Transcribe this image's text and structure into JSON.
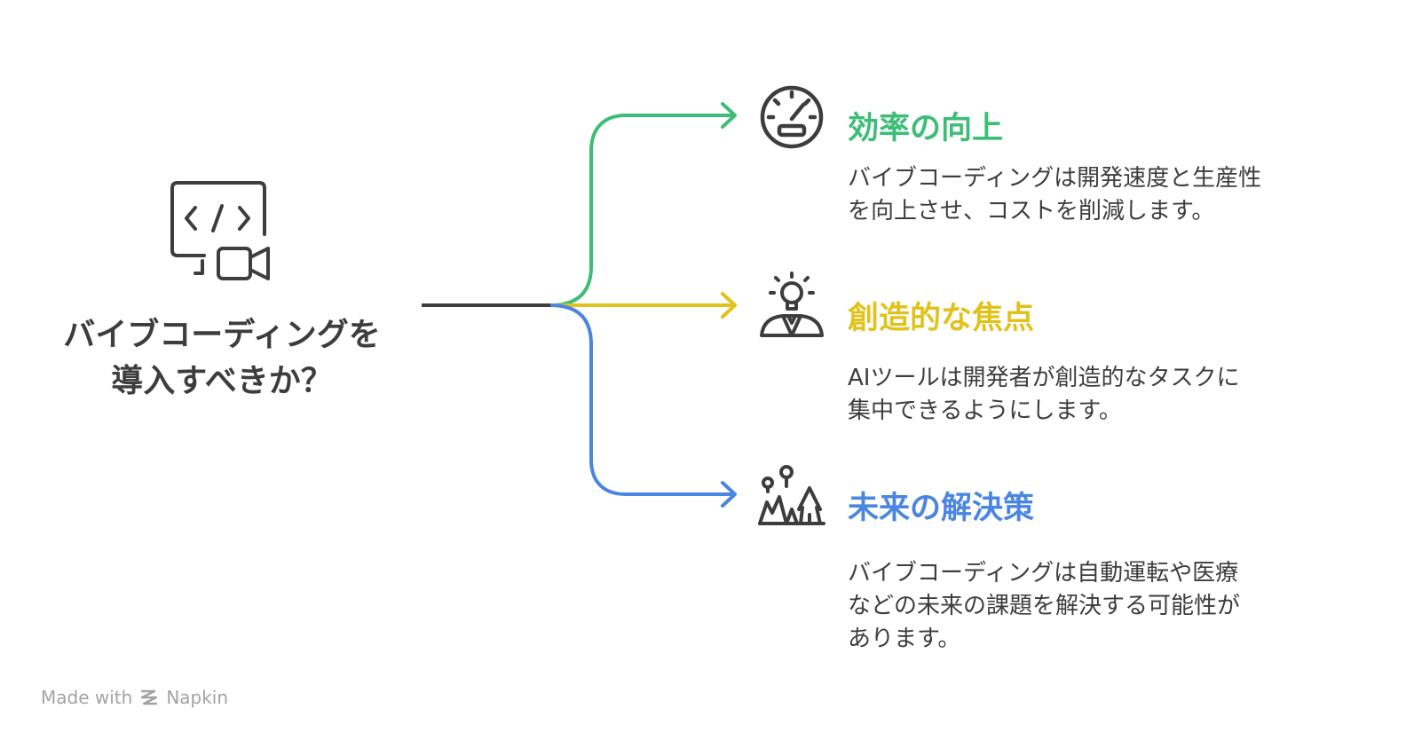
{
  "root": {
    "title_lines": [
      "バイブコーディングを",
      "導入すべきか？"
    ],
    "icon": "code-video-icon"
  },
  "branches": [
    {
      "title": "効率の向上",
      "color": "#3dbd76",
      "icon": "speedometer-icon",
      "desc_lines": [
        "バイブコーディングは開発速度と生産性",
        "を向上させ、コストを削減します。"
      ]
    },
    {
      "title": "創造的な焦点",
      "color": "#e0c21a",
      "icon": "lightbulb-person-icon",
      "desc_lines": [
        "AIツールは開発者が創造的なタスクに",
        "集中できるようにします。"
      ]
    },
    {
      "title": "未来の解決策",
      "color": "#4a86e0",
      "icon": "future-landscape-icon",
      "desc_lines": [
        "バイブコーディングは自動運転や医療",
        "などの未来の課題を解決する可能性が",
        "あります。"
      ]
    }
  ],
  "colors": {
    "trunk": "#3d3d3d",
    "text": "#3d3d3d"
  },
  "footer": {
    "made_with": "Made with",
    "brand": "Napkin"
  }
}
